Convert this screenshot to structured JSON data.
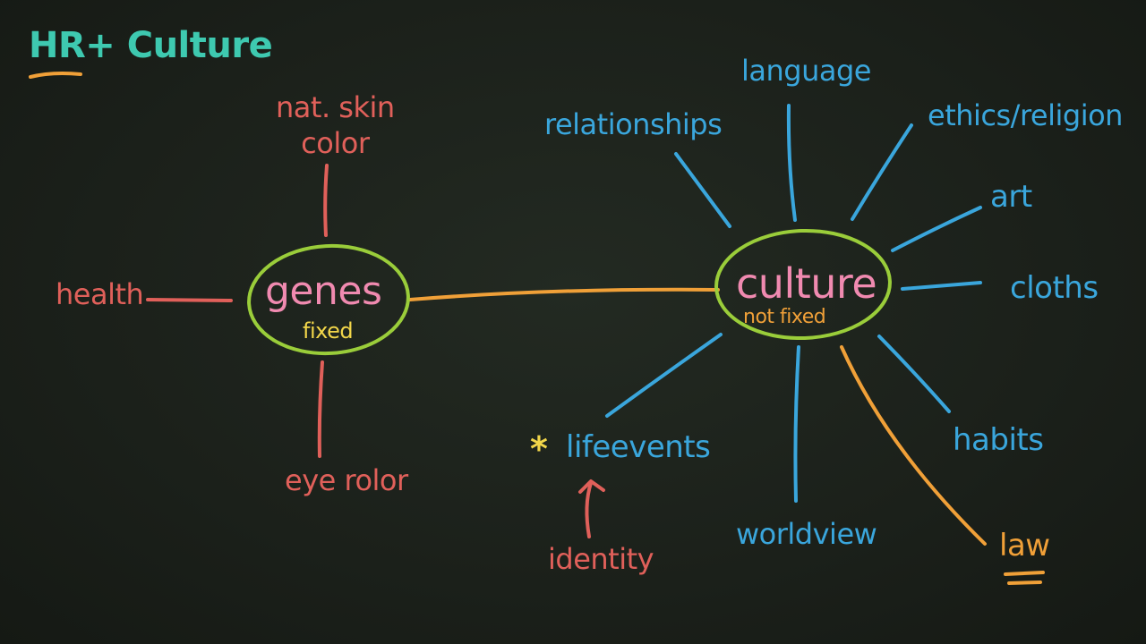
{
  "title": {
    "part1": "HR",
    "part2": "+ Culture"
  },
  "genes": {
    "label": "genes",
    "sublabel": "fixed",
    "branches": {
      "top": "nat. skin\ncolor",
      "left": "health",
      "bottom": "eye rolor"
    }
  },
  "culture": {
    "label": "culture",
    "sublabel": "not fixed",
    "branches": {
      "relationships": "relationships",
      "language": "language",
      "ethics": "ethics/religion",
      "art": "art",
      "cloths": "cloths",
      "habits": "habits",
      "law": "law",
      "worldview": "worldview",
      "lifeevents": "lifeevents"
    }
  },
  "lifeevents_marker": "*",
  "identity": "identity",
  "colors": {
    "background": "#1b201a",
    "ellipse": "#9acd3a",
    "genes_branch": "#e0605a",
    "culture_branch": "#3aa6dc",
    "connector": "#f0a038",
    "title": "#3ec9b0"
  }
}
